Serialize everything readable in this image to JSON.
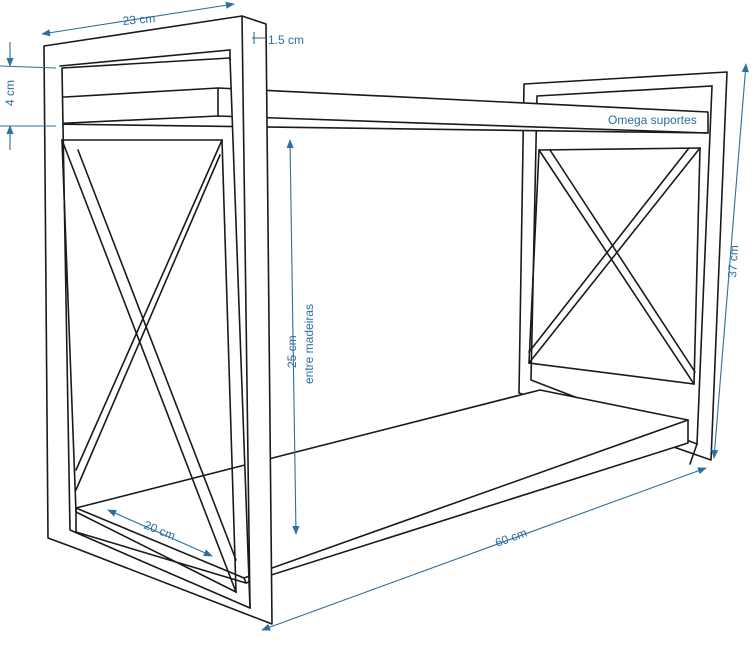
{
  "diagram": {
    "subject": "Double wall shelf with X-braced metal side frames",
    "accent_color": "#2d6f9e",
    "line_color": "#1a1a1a",
    "labels": {
      "depth": "23 cm",
      "frame_thickness": "1.5 cm",
      "shelf_thickness": "4 cm",
      "support_name": "Omega suportes",
      "height": "37 cm",
      "spacing_value": "25 cm",
      "spacing_caption": "entre madeiras",
      "inner_depth": "20 cm",
      "width": "60 cm"
    }
  }
}
